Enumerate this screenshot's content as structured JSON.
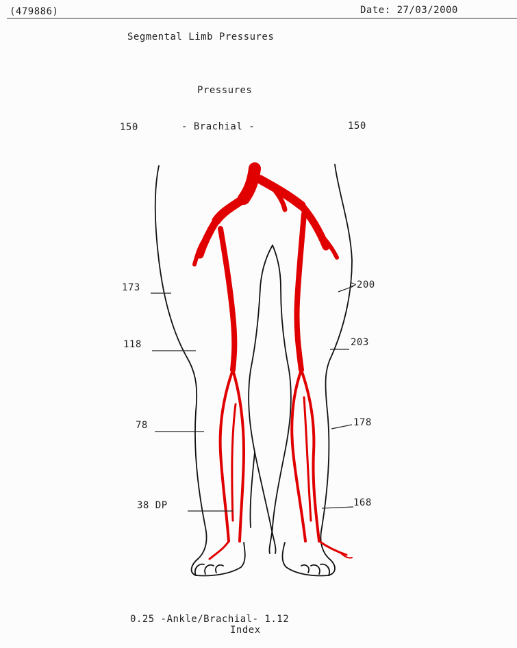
{
  "header": {
    "id": "(479886)",
    "date": "Date: 27/03/2000"
  },
  "title": "Segmental Limb Pressures",
  "pressures_heading": "Pressures",
  "brachial": {
    "left": "150",
    "label": "-  Brachial  -",
    "right": "150"
  },
  "readings": {
    "right_leg": {
      "high_thigh": "173",
      "above_knee": "118",
      "calf": "78",
      "ankle": "38 DP"
    },
    "left_leg": {
      "high_thigh": ">200",
      "above_knee": "203",
      "calf": "178",
      "ankle": "168"
    }
  },
  "abi": {
    "line": "0.25 -Ankle/Brachial- 1.12",
    "index_label": "Index"
  },
  "colors": {
    "artery": "#e00000",
    "outline": "#111111"
  }
}
